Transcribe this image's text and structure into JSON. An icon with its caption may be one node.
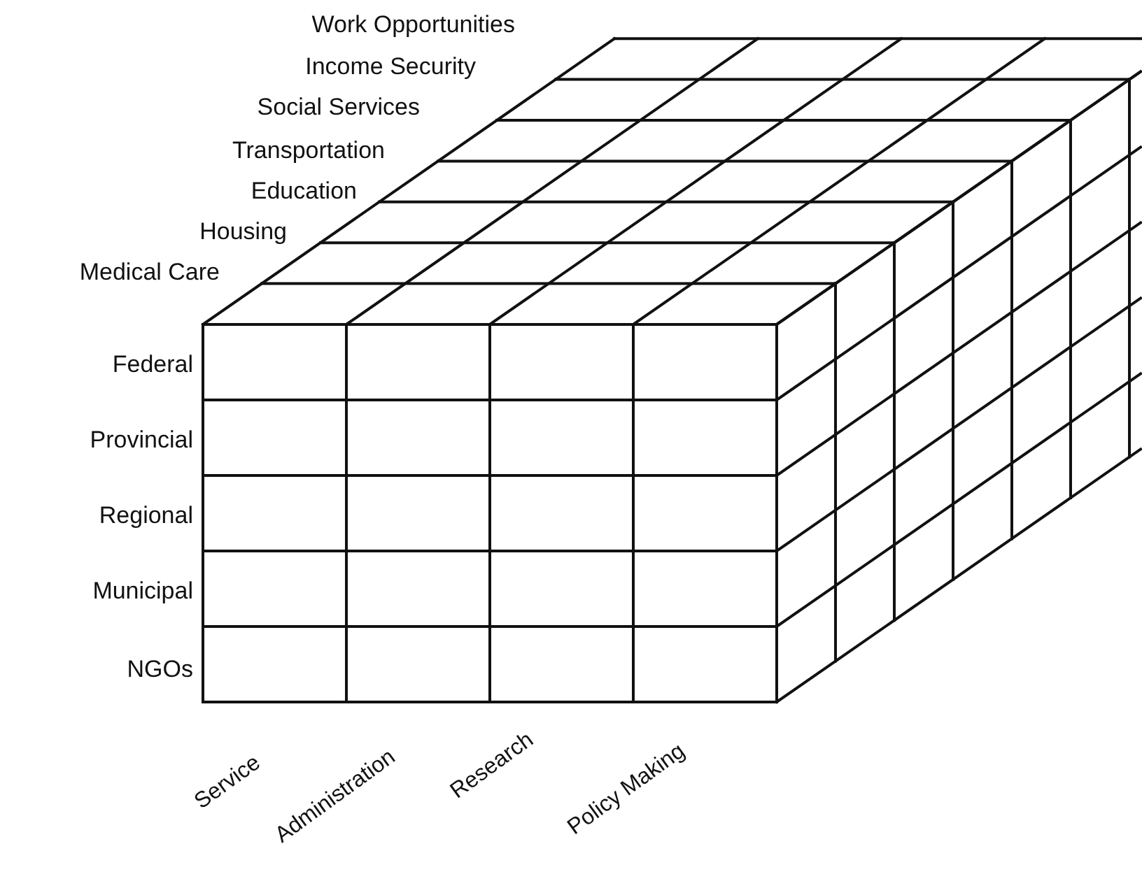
{
  "diagram": {
    "labels": [
      "Work Opportunities",
      "Income Security",
      "Social Services",
      "Transportation",
      "Education",
      "Housing",
      "Medical Care",
      "Federal",
      "Provincial",
      "Regional",
      "Municipal",
      "NGOs",
      "Service",
      "Administration",
      "Research",
      "Policy Making"
    ]
  }
}
